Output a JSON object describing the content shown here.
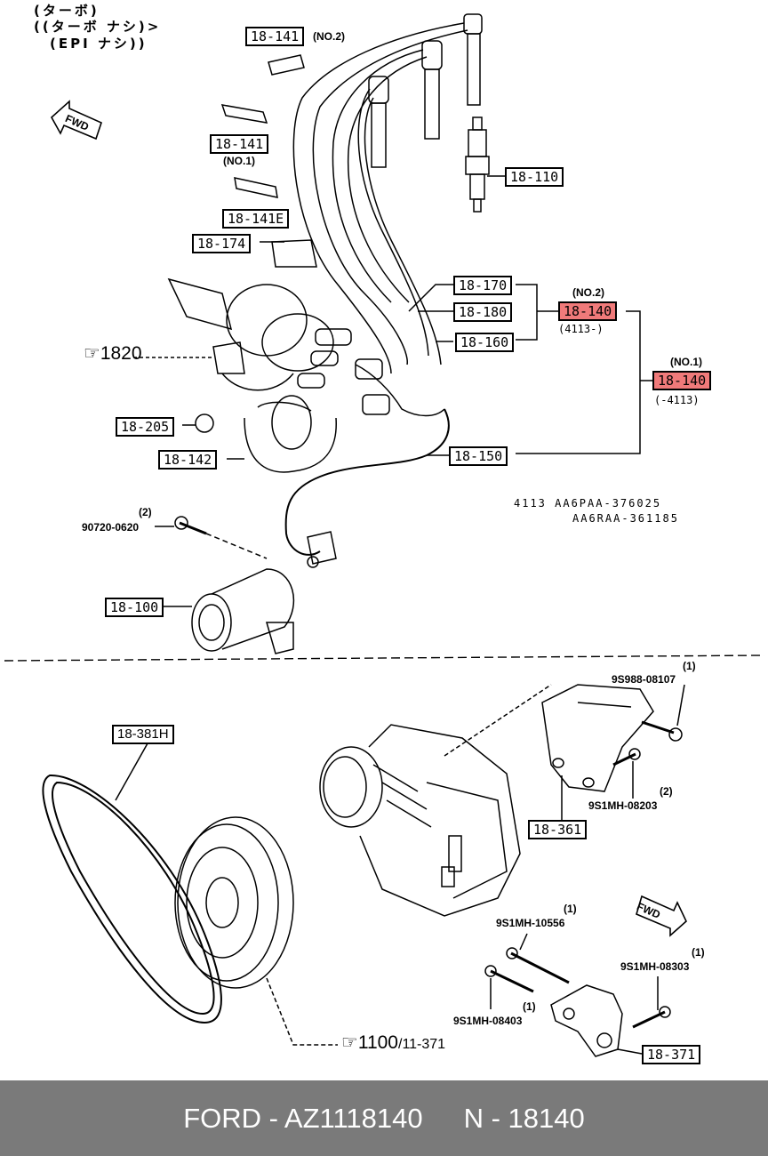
{
  "header_notes": [
    "(ターボ)",
    "((ターボ ナシ)>",
    "(EPI ナシ))"
  ],
  "parts": {
    "p18_141_no2": "18-141",
    "no2_tag": "(NO.2)",
    "p18_141_no1": "18-141",
    "no1_tag": "(NO.1)",
    "p18_141e": "18-141E",
    "p18_174": "18-174",
    "p18_110": "18-110",
    "p18_170": "18-170",
    "p18_180": "18-180",
    "p18_160": "18-160",
    "p18_140_no2": "18-140",
    "p18_140_no2_tag": "(NO.2)",
    "p18_140_no2_range": "(4113-)",
    "p18_140_no1": "18-140",
    "p18_140_no1_tag": "(NO.1)",
    "p18_140_no1_range": "(-4113)",
    "ref_1820": "1820",
    "p18_205": "18-205",
    "p18_142": "18-142",
    "p18_150": "18-150",
    "serial_line1": "4113  AA6PAA-376025",
    "serial_line2": "AA6RAA-361185",
    "bolt_90720_qty": "(2)",
    "bolt_90720": "90720-0620",
    "p18_100": "18-100",
    "p18_381h": "18-381H",
    "bolt_9s988_qty": "(1)",
    "bolt_9s988": "9S988-08107",
    "bolt_8203_qty": "(2)",
    "bolt_8203": "9S1MH-08203",
    "p18_361": "18-361",
    "bolt_10556_qty": "(1)",
    "bolt_10556": "9S1MH-10556",
    "bolt_8303_qty": "(1)",
    "bolt_8303": "9S1MH-08303",
    "bolt_8403_qty": "(1)",
    "bolt_8403": "9S1MH-08403",
    "p18_371": "18-371",
    "ref_1100": "1100",
    "ref_1100_sub": "/11-371",
    "fwd_top": "FWD",
    "fwd_bottom": "FWD"
  },
  "footer": {
    "brand_part": "FORD - AZ1118140",
    "oem_part": "N - 18140"
  },
  "colors": {
    "highlight": "#f07a7a",
    "footer_bg": "#7a7a7a"
  }
}
